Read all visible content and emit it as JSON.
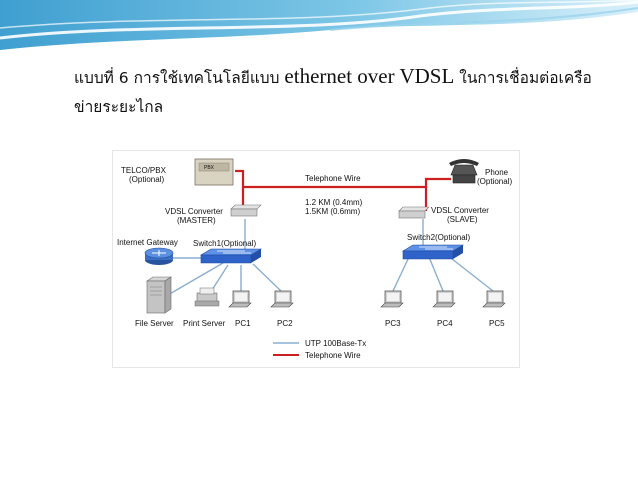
{
  "slide": {
    "heading_part1": "แบบที่ 6 การใช้เทคโนโลยีแบบ ",
    "heading_latin": "ethernet over VDSL",
    "heading_part2": " ในการเชื่อมต่อเครือข่ายระยะไกล"
  },
  "diagram": {
    "telco_label_1": "TELCO/PBX",
    "telco_label_2": "(Optional)",
    "telco_box_text": "PBX",
    "telephone_wire_label": "Telephone Wire",
    "phone_label_1": "Phone",
    "phone_label_2": "(Optional)",
    "vdsl_master_1": "VDSL Converter",
    "vdsl_master_2": "(MASTER)",
    "distance_1": "1.2 KM (0.4mm)",
    "distance_2": "1.5KM (0.6mm)",
    "vdsl_slave_1": "VDSL Converter",
    "vdsl_slave_2": "(SLAVE)",
    "internet_gateway": "Internet Gateway",
    "switch1": "Switch1(Optional)",
    "switch2": "Switch2(Optional)",
    "file_server": "File Server",
    "print_server": "Print Server",
    "pc1": "PC1",
    "pc2": "PC2",
    "pc3": "PC3",
    "pc4": "PC4",
    "pc5": "PC5",
    "legend_utp": "UTP 100Base-Tx",
    "legend_telephone": "Telephone Wire",
    "colors": {
      "utp_line": "#8aaed0",
      "telephone_line": "#cc1f1f",
      "switch": "#2f63c9"
    }
  }
}
